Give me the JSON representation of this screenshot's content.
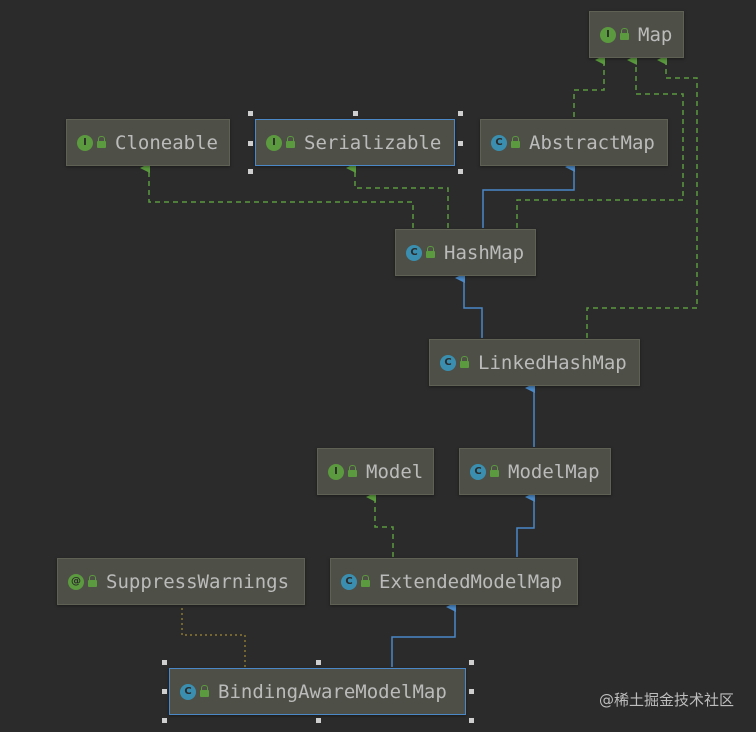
{
  "nodes": {
    "map": {
      "label": "Map",
      "kind": "I"
    },
    "cloneable": {
      "label": "Cloneable",
      "kind": "I"
    },
    "serializable": {
      "label": "Serializable",
      "kind": "I"
    },
    "abstractmap": {
      "label": "AbstractMap",
      "kind": "C"
    },
    "hashmap": {
      "label": "HashMap",
      "kind": "C"
    },
    "linkedhashmap": {
      "label": "LinkedHashMap",
      "kind": "C"
    },
    "model": {
      "label": "Model",
      "kind": "I"
    },
    "modelmap": {
      "label": "ModelMap",
      "kind": "C"
    },
    "suppresswarnings": {
      "label": "SuppressWarnings",
      "kind": "@"
    },
    "extendedmodelmap": {
      "label": "ExtendedModelMap",
      "kind": "C"
    },
    "bindingawaremodelmap": {
      "label": "BindingAwareModelMap",
      "kind": "C"
    }
  },
  "watermark": "@稀土掘金技术社区",
  "colors": {
    "background": "#2b2b2b",
    "node_fill": "#4e5047",
    "text": "#bbbbbb",
    "extends_line": "#4a88c7",
    "implements_line": "#5b9a3e"
  }
}
